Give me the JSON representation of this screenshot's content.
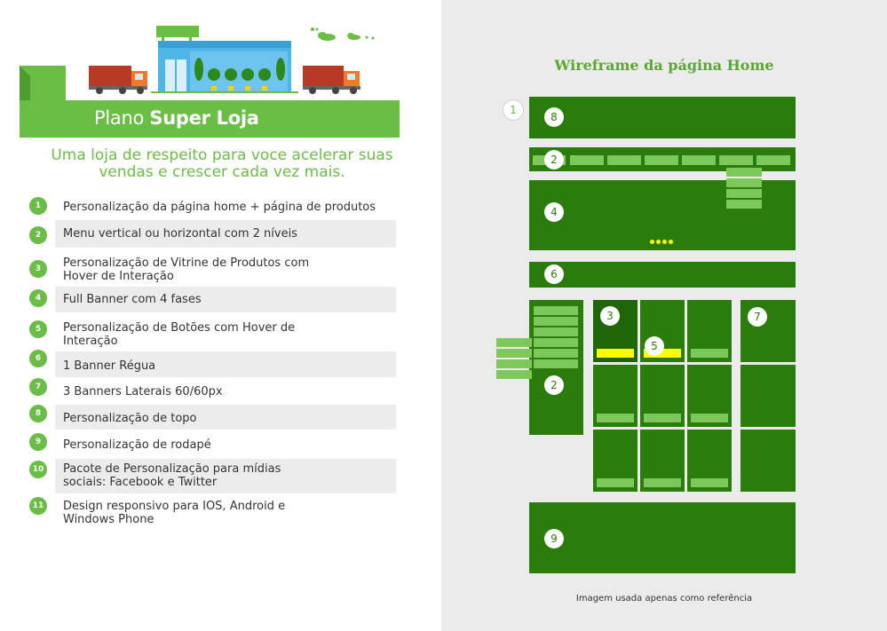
{
  "plan": {
    "title_light": "Plano",
    "title_bold": "Super Loja"
  },
  "subtitle": "Uma loja de respeito para voce acelerar suas vendas e crescer cada vez mais.",
  "features": [
    {
      "num": "1",
      "text": "Personalização da página home + página de produtos"
    },
    {
      "num": "2",
      "text": "Menu vertical ou horizontal com 2 níveis"
    },
    {
      "num": "3",
      "text": "Personalização de Vitrine de Produtos com Hover de Interação"
    },
    {
      "num": "4",
      "text": "Full Banner com 4 fases"
    },
    {
      "num": "5",
      "text": "Personalização de Botões com Hover de Interação"
    },
    {
      "num": "6",
      "text": "1 Banner Régua"
    },
    {
      "num": "7",
      "text": "3 Banners Laterais 60/60px"
    },
    {
      "num": "8",
      "text": "Personalização de topo"
    },
    {
      "num": "9",
      "text": "Personalização de rodapé"
    },
    {
      "num": "10",
      "text": "Pacote de Personalização para mídias sociais: Facebook e Twitter"
    },
    {
      "num": "11",
      "text": "Design responsivo para IOS, Android e Windows Phone"
    }
  ],
  "wireframe": {
    "title": "Wireframe da página Home",
    "labels": {
      "outer1": "1",
      "top": "8",
      "menu": "2",
      "banner": "4",
      "ruler": "6",
      "vitrine": "3",
      "button": "5",
      "side": "7",
      "vmenu": "2",
      "footer": "9"
    },
    "footnote": "Imagem usada apenas como referência"
  },
  "colors": {
    "accent": "#6abd45",
    "wire_green": "#2b7d0b",
    "light_green": "#7cc95a",
    "highlight": "#ffff00"
  }
}
